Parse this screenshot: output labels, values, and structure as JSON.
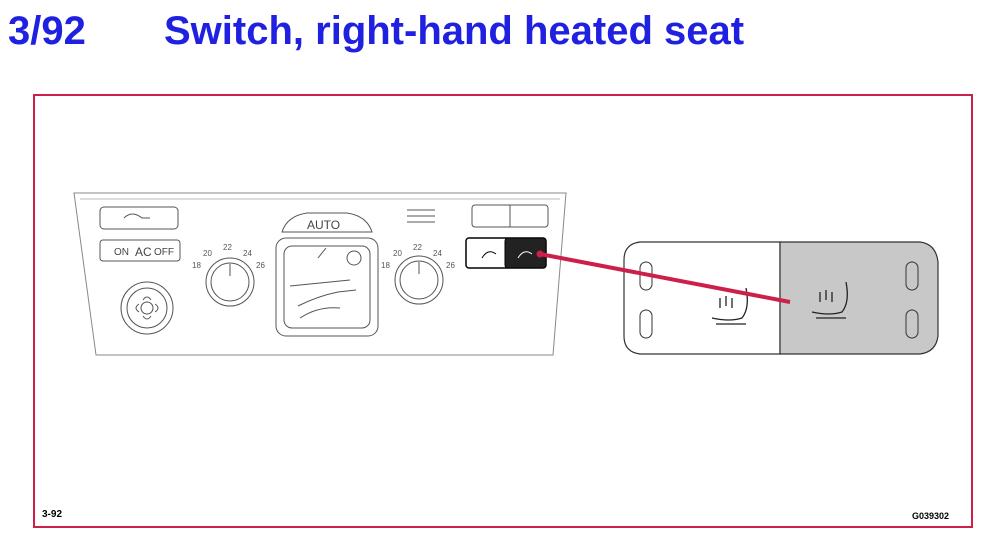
{
  "header": {
    "number": "3/92",
    "title": "Switch, right-hand heated seat"
  },
  "panel": {
    "temp_ticks": [
      "18",
      "20",
      "22",
      "24",
      "26"
    ],
    "ac_labels": [
      "ON",
      "AC",
      "OFF"
    ],
    "auto_label": "AUTO"
  },
  "figure": {
    "label": "3-92",
    "code": "G039302"
  },
  "colors": {
    "title": "#2020e0",
    "frame": "#cc1f4a",
    "pointer": "#cc1f4a",
    "highlight": "#c8c8c8"
  }
}
